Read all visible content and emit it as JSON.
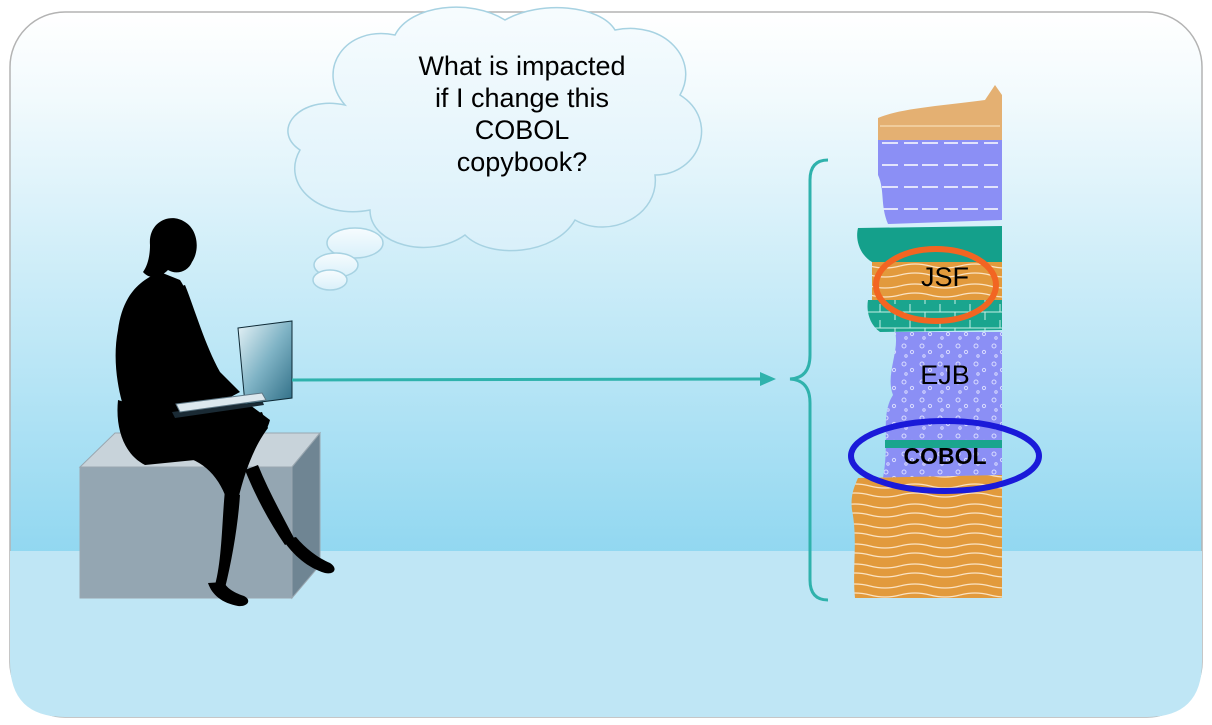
{
  "thought_bubble": {
    "lines": [
      "What is impacted",
      "if I change this",
      "COBOL",
      "copybook?"
    ]
  },
  "layers": {
    "jsf": "JSF",
    "ejb": "EJB",
    "cobol": "COBOL"
  },
  "colors": {
    "sky_top": "#ffffff",
    "sky_bottom": "#6fcbec",
    "floor": "#bfe6f5",
    "frame_border": "#b3b3b3",
    "arrow": "#2fb2ac",
    "brace": "#2fb2ac",
    "jsf_highlight": "#f26522",
    "cobol_highlight": "#1a1ad9",
    "layer_orange": "#e29a3c",
    "layer_periwinkle": "#8b8ff5",
    "layer_teal": "#1a9e8c"
  },
  "icons": [
    "person-with-laptop-silhouette",
    "seat-cube",
    "thought-cloud"
  ]
}
